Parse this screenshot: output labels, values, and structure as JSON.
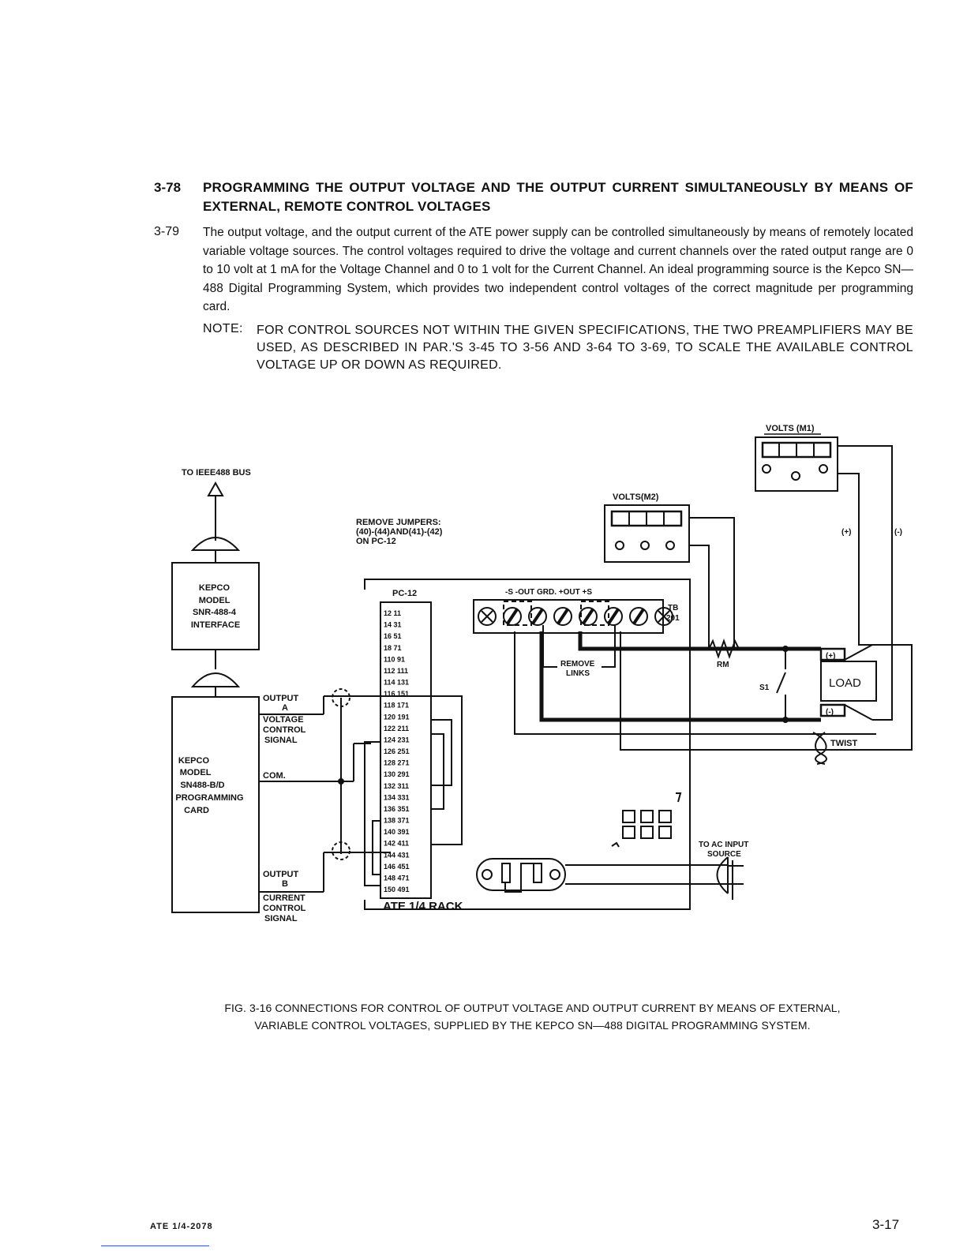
{
  "section": {
    "number": "3-78",
    "title": "PROGRAMMING THE OUTPUT VOLTAGE AND THE OUTPUT CURRENT SIMULTANEOUSLY BY MEANS OF EXTERNAL, REMOTE CONTROL VOLTAGES"
  },
  "paragraph": {
    "number": "3-79",
    "text": "The output voltage, and the output current of the ATE power supply can be controlled simultaneously by means of remotely located variable voltage sources. The control voltages required to drive the voltage and current channels over the rated output range are 0 to 10 volt at 1 mA for the Voltage Channel and 0 to 1 volt for the Current Channel. An ideal programming source is the Kepco SN—488 Digital Programming System, which provides two independent control voltages of the correct magnitude per programming card."
  },
  "note": {
    "label": "NOTE:",
    "text": "FOR CONTROL SOURCES NOT WITHIN THE GIVEN SPECIFICATIONS, THE TWO PREAMPLIFIERS MAY BE USED, AS DESCRIBED IN PAR.'S 3-45 TO 3-56 AND 3-64 TO 3-69, TO SCALE THE AVAILABLE CONTROL VOLTAGE UP OR DOWN AS REQUIRED."
  },
  "diagram": {
    "bus_label": "TO IEEE488 BUS",
    "interface_box": [
      "KEPCO",
      "MODEL",
      "SNR-488-4",
      "INTERFACE"
    ],
    "card_box": [
      "KEPCO",
      "MODEL",
      "SN488-B/D",
      "PROGRAMMING",
      "CARD"
    ],
    "output_a": [
      "OUTPUT",
      "A"
    ],
    "voltage_control": [
      "VOLTAGE",
      "CONTROL",
      "SIGNAL"
    ],
    "com": "COM.",
    "output_b": [
      "OUTPUT",
      "B"
    ],
    "current_control": [
      "CURRENT",
      "CONTROL",
      "SIGNAL"
    ],
    "remove_jumpers": [
      "REMOVE JUMPERS:",
      "(40)-(44)AND(41)-(42)",
      "ON PC-12"
    ],
    "pc12_label": "PC-12",
    "pin_rows": [
      "12 11",
      "14 31",
      "16 51",
      "18 71",
      "110 91",
      "112 111",
      "114 131",
      "116 151",
      "118 171",
      "120 191",
      "122 211",
      "124 231",
      "126 251",
      "128 271",
      "130 291",
      "132 311",
      "134 331",
      "136 351",
      "138 371",
      "140 391",
      "142 411",
      "144 431",
      "146 451",
      "148 471",
      "150 491"
    ],
    "tb_terminals": "-S  -OUT  GRD. +OUT  +S",
    "tb_label": [
      "TB",
      "201"
    ],
    "remove_links": [
      "REMOVE",
      "LINKS"
    ],
    "volts_m1": "VOLTS (M1)",
    "volts_m2": "VOLTS(M2)",
    "plus_label": "(+)",
    "minus_label": "(-)",
    "rm_label": "RM",
    "s1_label": "S1",
    "load_label": "LOAD",
    "load_plus": "(+)",
    "load_minus": "(-)",
    "twist_label": "TWIST",
    "ac_input": [
      "TO AC INPUT",
      "SOURCE"
    ],
    "rack_label": "ATE 1/4 RACK"
  },
  "caption": {
    "line1": "FIG. 3-16 CONNECTIONS FOR CONTROL OF OUTPUT VOLTAGE AND OUTPUT CURRENT BY MEANS OF EXTERNAL,",
    "line2": "VARIABLE CONTROL VOLTAGES, SUPPLIED BY THE KEPCO SN—488 DIGITAL PROGRAMMING SYSTEM."
  },
  "footer": {
    "left": "ATE 1/4-2078",
    "right": "3-17"
  }
}
